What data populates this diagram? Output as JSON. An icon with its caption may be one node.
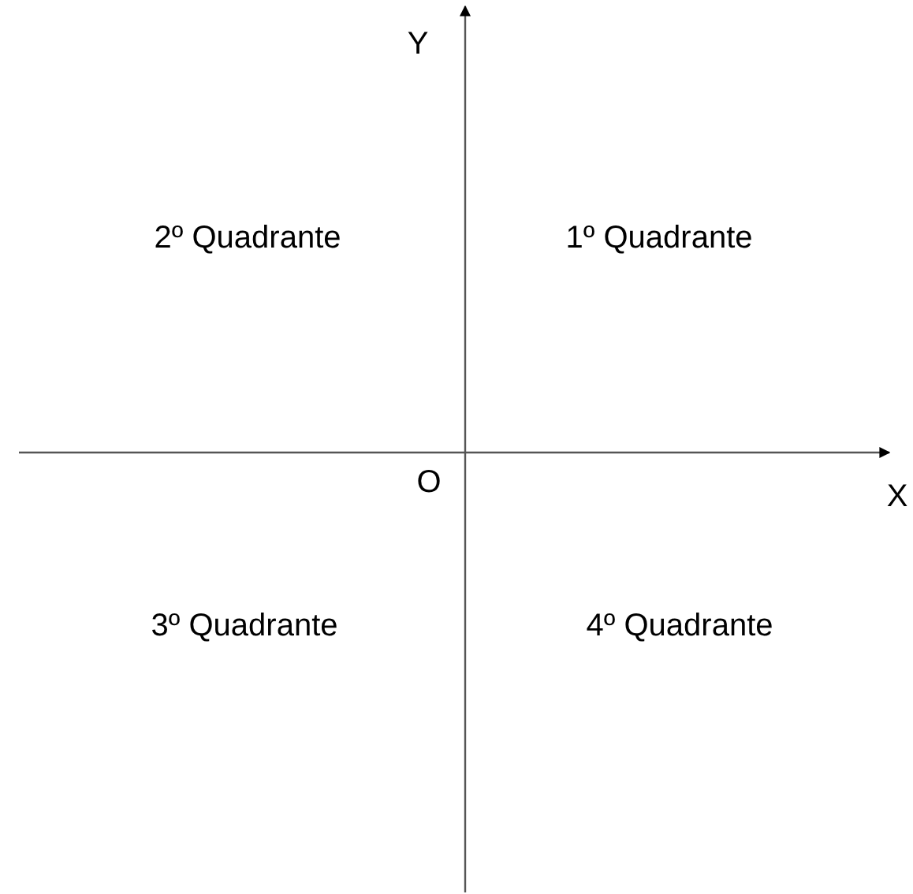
{
  "diagram": {
    "labels": [
      "Y",
      "2º Quadrante",
      "1º Quadrante",
      "O",
      "X",
      "3º Quadrante",
      "4º Quadrante"
    ]
  }
}
